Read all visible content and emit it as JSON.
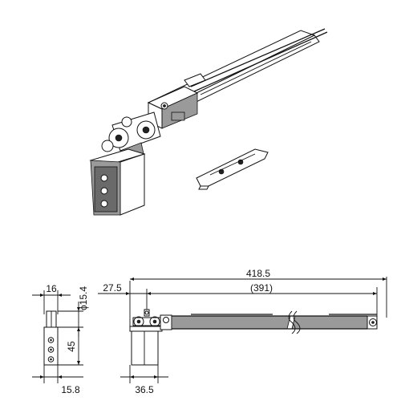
{
  "dimensions": {
    "overall_length": "418.5",
    "inner_length": "(391)",
    "left_offset": "27.5",
    "side_width": "16",
    "wheel_diameter": "ϕ15.4",
    "body_height": "45",
    "side_bottom_width": "15.8",
    "front_bottom_width": "36.5"
  }
}
